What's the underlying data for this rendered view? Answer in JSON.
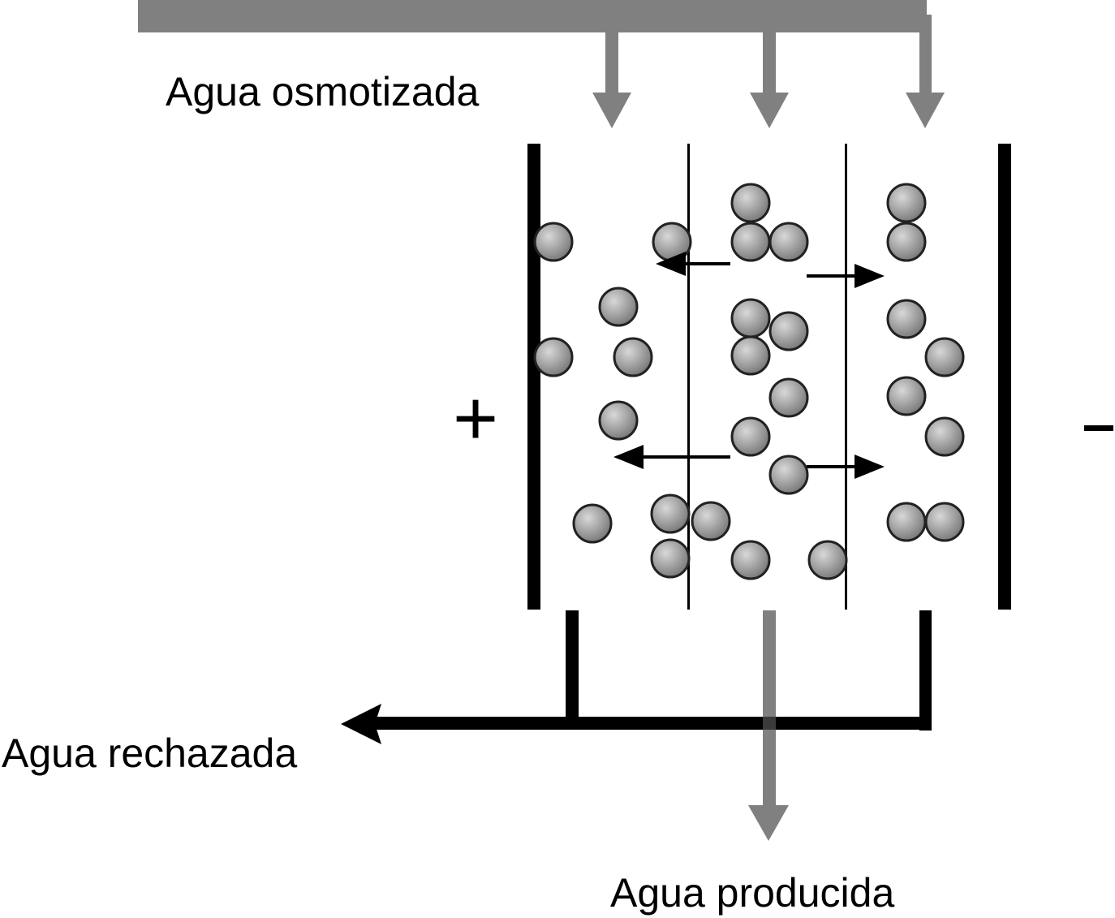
{
  "labels": {
    "inlet": "Agua osmotizada",
    "reject": "Agua rechazada",
    "product": "Agua producida",
    "anode_sign": "+",
    "cathode_sign": "-"
  },
  "colors": {
    "inlet_flow": "#808080",
    "product_flow": "#808080",
    "reject_flow": "#000000",
    "electrode": "#000000",
    "ion_fill_light": "#d8d8d8",
    "ion_fill_dark": "#6e6e6e",
    "ion_stroke": "#222222"
  },
  "icons": {
    "ion": "ion-circle-icon",
    "migration_arrow": "ion-migration-arrow-icon"
  }
}
